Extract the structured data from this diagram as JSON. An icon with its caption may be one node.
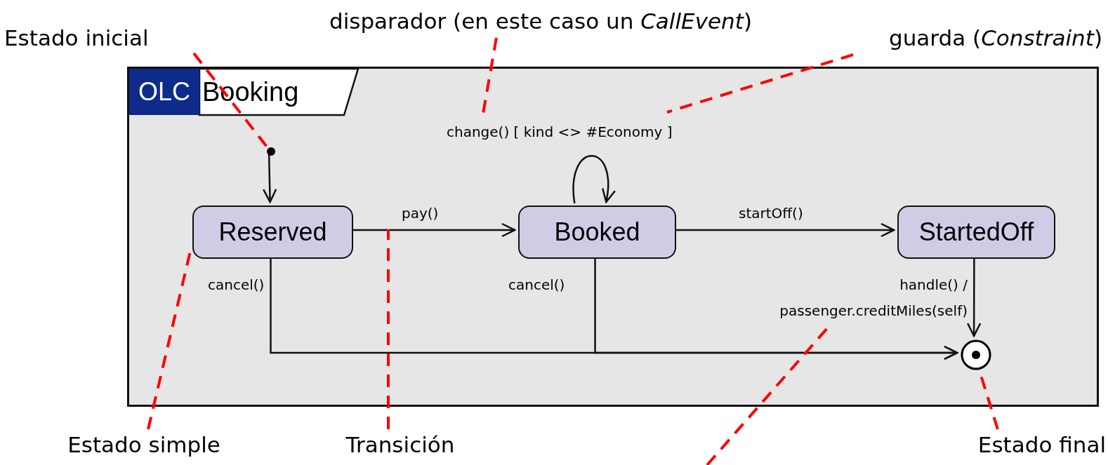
{
  "diagram": {
    "nodes": [
      {
        "text": [
          "OLC",
          "Booking"
        ]
      },
      {
        "text": [],
        "shape": "circle",
        "in": 0
      },
      {
        "text": [
          "Reserved"
        ],
        "in": 0
      },
      {
        "text": [
          "Booked"
        ],
        "in": 0
      },
      {
        "text": [
          "StartedOff"
        ],
        "in": 0
      },
      {
        "text": [],
        "shape": "circle",
        "in": 0
      },
      {
        "text": [
          "Estado inicial"
        ]
      },
      {
        "text": [
          "disparador (en este caso un *CallEvent*)"
        ]
      },
      {
        "text": [
          "guarda (*Constraint*)"
        ]
      },
      {
        "text": [
          "Estado simple"
        ]
      },
      {
        "text": [
          "Transición"
        ]
      },
      {
        "text": [
          "Estado final"
        ]
      }
    ],
    "edges": [
      {
        "from": 1,
        "to": 2,
        "arrow": "to"
      },
      {
        "from": 2,
        "to": 3,
        "arrow": "to",
        "label": "pay()"
      },
      {
        "from": 3,
        "to": 3,
        "arrow": "to",
        "label": "change() [ kind <> #Economy ]"
      },
      {
        "from": 3,
        "to": 4,
        "arrow": "to",
        "label": "startOff()"
      },
      {
        "from": 2,
        "to": 5,
        "arrow": "to",
        "label": "cancel()"
      },
      {
        "from": 3,
        "to": 5,
        "arrow": "to",
        "label": "cancel()"
      },
      {
        "from": 4,
        "to": 5,
        "arrow": "to",
        "label": "handle() / passenger.creditMiles(self)"
      },
      {
        "from": 6,
        "to": 1,
        "arrow": "none",
        "style": "dashed",
        "color": "#ff0000"
      },
      {
        "from": 7,
        "to": null,
        "arrow": "none",
        "style": "dashed",
        "color": "#ff0000"
      },
      {
        "from": 8,
        "to": null,
        "arrow": "none",
        "style": "dashed",
        "color": "#ff0000"
      },
      {
        "from": 9,
        "to": 2,
        "arrow": "none",
        "style": "dashed",
        "color": "#ff0000"
      },
      {
        "from": 10,
        "to": null,
        "arrow": "none",
        "style": "dashed",
        "color": "#ff0000"
      },
      {
        "from": 11,
        "to": 5,
        "arrow": "none",
        "style": "dashed",
        "color": "#ff0000"
      }
    ]
  }
}
